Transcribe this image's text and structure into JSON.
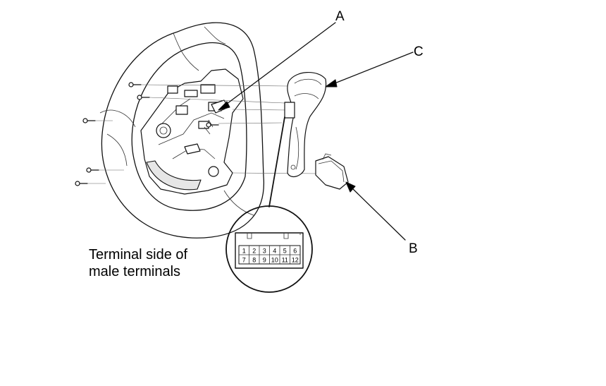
{
  "labels": {
    "a": "A",
    "b": "B",
    "c": "C"
  },
  "caption": {
    "line1": "Terminal side of",
    "line2": "male terminals"
  },
  "connector": {
    "top_row": [
      "1",
      "2",
      "3",
      "4",
      "5",
      "6"
    ],
    "bottom_row": [
      "7",
      "8",
      "9",
      "10",
      "11",
      "12"
    ]
  }
}
